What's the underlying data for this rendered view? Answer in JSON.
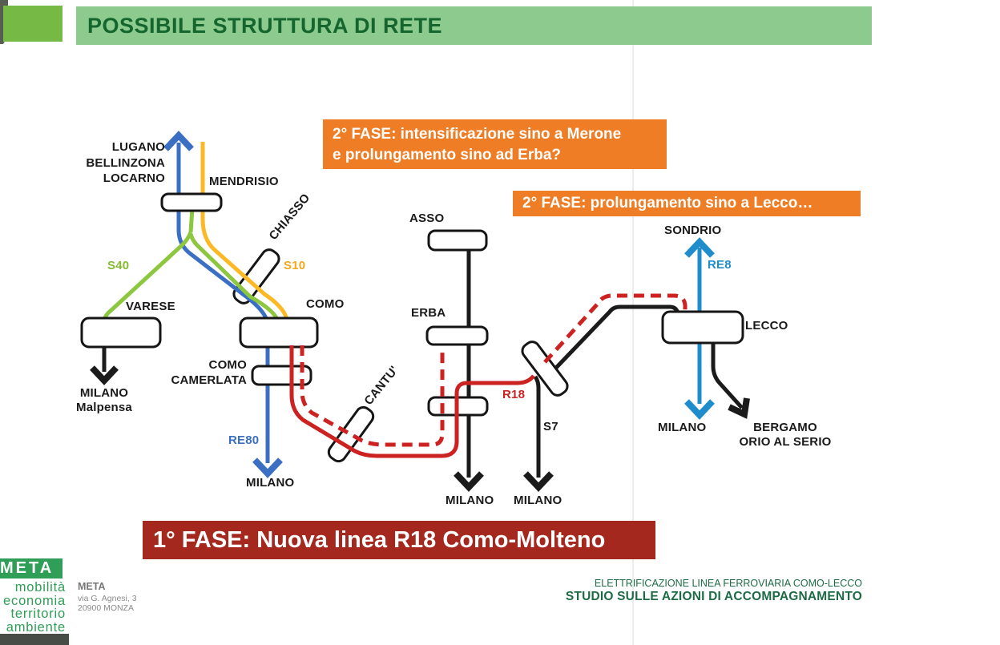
{
  "header": {
    "title": "POSSIBILE STRUTTURA DI RETE"
  },
  "callouts": {
    "phase2_merone": {
      "line1": "2° FASE: intensificazione sino a Merone",
      "line2": "e prolungamento sino ad Erba?"
    },
    "phase2_lecco": "2° FASE: prolungamento sino a Lecco…",
    "phase1": "1° FASE: Nuova linea R18 Como-Molteno"
  },
  "diagram": {
    "labels": {
      "lugano": "LUGANO",
      "bellinzona": "BELLINZONA",
      "locarno": "LOCARNO",
      "mendrisio": "MENDRISIO",
      "chiasso": "CHIASSO",
      "varese": "VARESE",
      "milano_malpensa_1": "MILANO",
      "milano_malpensa_2": "Malpensa",
      "como": "COMO",
      "como_camerlata_1": "COMO",
      "como_camerlata_2": "CAMERLATA",
      "cantu": "CANTU'",
      "asso": "ASSO",
      "erba": "ERBA",
      "milano_re80": "MILANO",
      "milano_asso": "MILANO",
      "milano_s7": "MILANO",
      "sondrio": "SONDRIO",
      "lecco": "LECCO",
      "milano_lecco": "MILANO",
      "bergamo_1": "BERGAMO",
      "bergamo_2": "ORIO AL SERIO"
    },
    "line_labels": {
      "s40": "S40",
      "s10": "S10",
      "re80": "RE80",
      "r18": "R18",
      "s7": "S7",
      "re8": "RE8"
    },
    "colors": {
      "line_s40": "#8dc63f",
      "line_s10": "#fcb825",
      "line_re80": "#3a6fc4",
      "line_re8": "#1f8ccc",
      "line_r18": "#cc2222",
      "line_s7": "#1b1b1b",
      "phase2_box": "#ee7d25",
      "phase1_box": "#a5281f",
      "header_band": "#8ccb8d",
      "header_text": "#14662e",
      "logo_green": "#2f9e57"
    }
  },
  "footer": {
    "logo_text": "META",
    "logo_words": [
      "mobilità",
      "economia",
      "territorio",
      "ambiente"
    ],
    "company": "META",
    "address1": "via G. Agnesi, 3",
    "address2": "20900 MONZA",
    "project_line1": "ELETTRIFICAZIONE LINEA FERROVIARIA COMO-LECCO",
    "project_line2": "STUDIO SULLE AZIONI DI ACCOMPAGNAMENTO"
  }
}
